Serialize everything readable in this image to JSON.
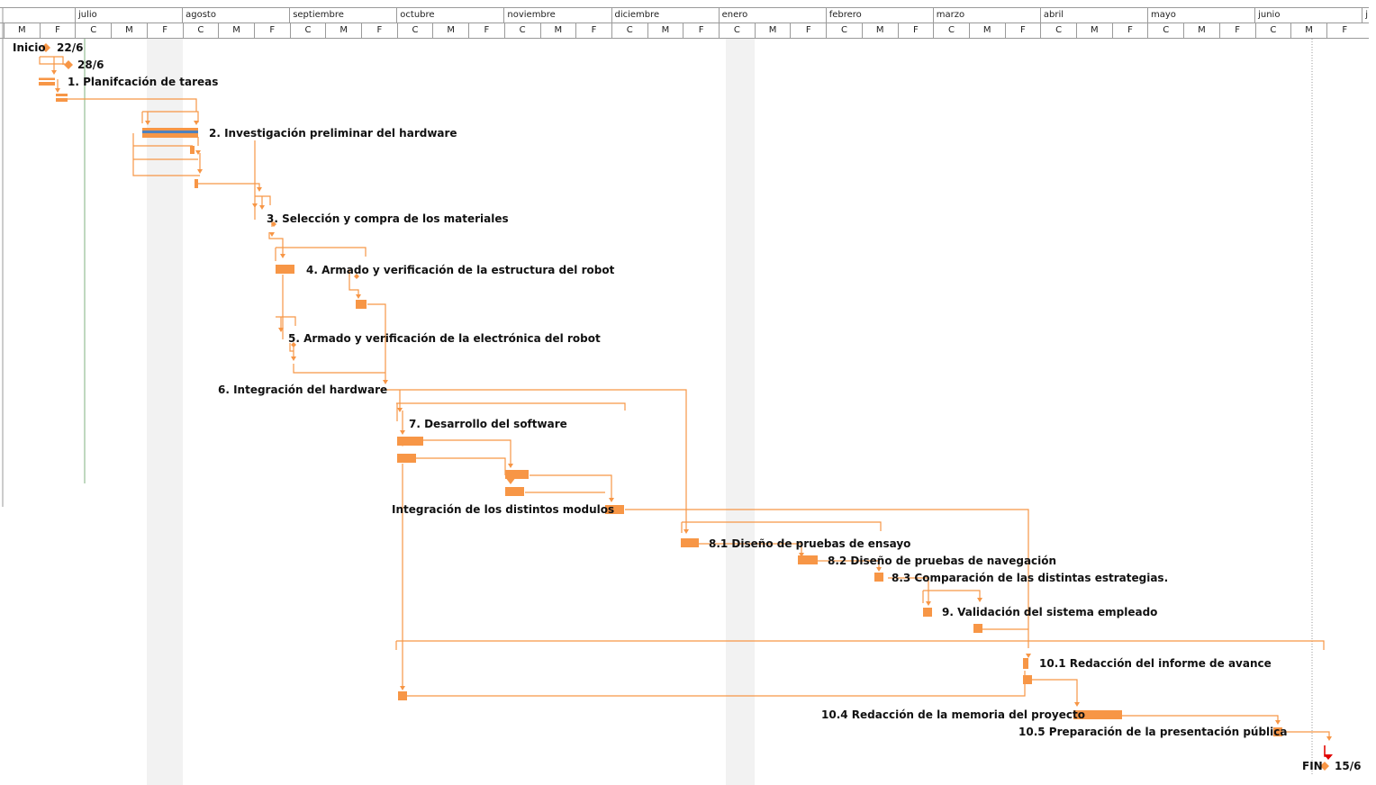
{
  "timescale": {
    "months": [
      "julio",
      "agosto",
      "septiembre",
      "octubre",
      "noviembre",
      "diciembre",
      "enero",
      "febrero",
      "marzo",
      "abril",
      "mayo",
      "junio",
      "j"
    ],
    "ticks": [
      "M",
      "F",
      "C",
      "M",
      "F",
      "C",
      "M",
      "F",
      "C",
      "M",
      "F",
      "C",
      "M",
      "F",
      "C",
      "M",
      "F",
      "C",
      "M",
      "F",
      "C",
      "M",
      "F",
      "C",
      "M",
      "F",
      "C",
      "M",
      "F",
      "C",
      "M",
      "F",
      "C",
      "M",
      "F",
      "C",
      "M",
      "F"
    ]
  },
  "tasks": {
    "inicio_label": "Inicio",
    "inicio_date": "22/6",
    "milestone2_date": "28/6",
    "t1": "1. Planifcación de tareas",
    "t2": "2. Investigación preliminar del hardware",
    "t3": "3. Selección y compra de los materiales",
    "t4": "4. Armado y verificación de la estructura del robot",
    "t5": "5. Armado y verificación de la electrónica del robot",
    "t6": "6. Integración del hardware",
    "t7": "7. Desarrollo del software",
    "t7b": "Integración de los distintos modulos",
    "t81": "8.1 Diseño de pruebas de ensayo",
    "t82": "8.2 Diseño de pruebas de navegación",
    "t83": "8.3 Comparación de las distintas estrategias.",
    "t9": "9. Validación del sistema empleado",
    "t101": "10.1 Redacción del informe de avance",
    "t104": "10.4 Redacción de la memoria del proyecto",
    "t105": "10.5 Preparación de la presentación pública",
    "fin_label": "FIN",
    "fin_date": "15/6"
  },
  "colors": {
    "bar": "#f79646",
    "bar_light": "#fbc79a",
    "progress": "#4f81bd",
    "critical": "#e00000",
    "grid": "#9a9a9a",
    "shade": "#f2f2f2",
    "status_line": "#7fb27f"
  }
}
